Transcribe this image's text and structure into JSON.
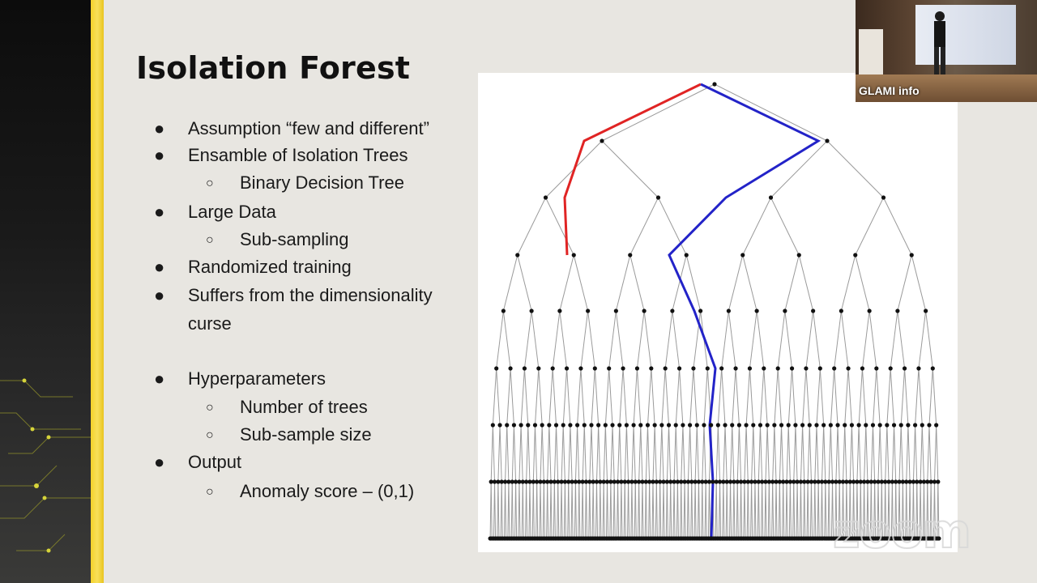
{
  "slide": {
    "title": "Isolation Forest",
    "bullets": [
      {
        "level": 1,
        "marker": "●",
        "text": "Assumption “few and different”"
      },
      {
        "level": 1,
        "marker": "●",
        "text": "Ensamble of Isolation Trees"
      },
      {
        "level": 2,
        "marker": "○",
        "text": "Binary Decision Tree"
      },
      {
        "level": 1,
        "marker": "●",
        "text": "Large Data"
      },
      {
        "level": 2,
        "marker": "○",
        "text": "Sub-sampling"
      },
      {
        "level": 1,
        "marker": "●",
        "text": "Randomized training"
      },
      {
        "level": 1,
        "marker": "●",
        "text": "Suffers from the dimensionality"
      },
      {
        "level": 0,
        "marker": "",
        "text": "curse"
      },
      {
        "level": 1,
        "marker": "●",
        "text": "Hyperparameters"
      },
      {
        "level": 2,
        "marker": "○",
        "text": "Number of trees"
      },
      {
        "level": 2,
        "marker": "○",
        "text": "Sub-sample size"
      },
      {
        "level": 1,
        "marker": "●",
        "text": "Output"
      },
      {
        "level": 2,
        "marker": "○",
        "text": "Anomaly score – (0,1)"
      }
    ]
  },
  "tree_diagram": {
    "edge_color": "#9a9a9a",
    "node_color": "#111111",
    "short_path_color": "#e02424",
    "long_path_color": "#2323c8"
  },
  "video": {
    "participant_name": "GLAMI info"
  },
  "watermark": "zoom",
  "colors": {
    "accent_yellow": "#f4d12a",
    "slide_background": "#e8e6e1"
  }
}
